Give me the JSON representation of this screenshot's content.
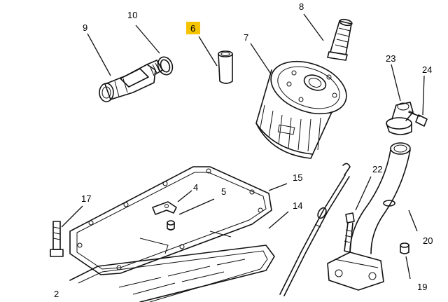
{
  "diagram": {
    "callouts": [
      {
        "id": "2",
        "label": "2"
      },
      {
        "id": "4",
        "label": "4"
      },
      {
        "id": "5",
        "label": "5"
      },
      {
        "id": "6",
        "label": "6",
        "highlighted": true
      },
      {
        "id": "7",
        "label": "7"
      },
      {
        "id": "8",
        "label": "8"
      },
      {
        "id": "9",
        "label": "9"
      },
      {
        "id": "10",
        "label": "10"
      },
      {
        "id": "14",
        "label": "14"
      },
      {
        "id": "15",
        "label": "15"
      },
      {
        "id": "17",
        "label": "17"
      },
      {
        "id": "19",
        "label": "19"
      },
      {
        "id": "20",
        "label": "20"
      },
      {
        "id": "22",
        "label": "22"
      },
      {
        "id": "23",
        "label": "23"
      },
      {
        "id": "24",
        "label": "24"
      }
    ],
    "highlight_color": "#f5c400"
  }
}
